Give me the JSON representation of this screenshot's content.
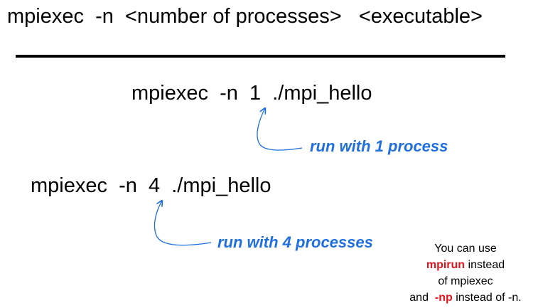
{
  "syntax_line": "mpiexec  -n  <number of processes>   <executable>",
  "example_1": {
    "command": "mpiexec  -n  1  ./mpi_hello",
    "callout": "run with 1 process"
  },
  "example_2": {
    "command": "mpiexec  -n  4  ./mpi_hello",
    "callout": "run with 4 processes"
  },
  "note": {
    "line1": "You can use",
    "alt_command": "mpirun",
    "line2_suffix": " instead",
    "line3": "of mpiexec",
    "line4_prefix": "and  ",
    "alt_flag": "-np",
    "line4_suffix": " instead of -n."
  },
  "colors": {
    "callout_blue": "#1f6fe0",
    "highlight_red": "#e8121b",
    "rule": "#000000"
  }
}
